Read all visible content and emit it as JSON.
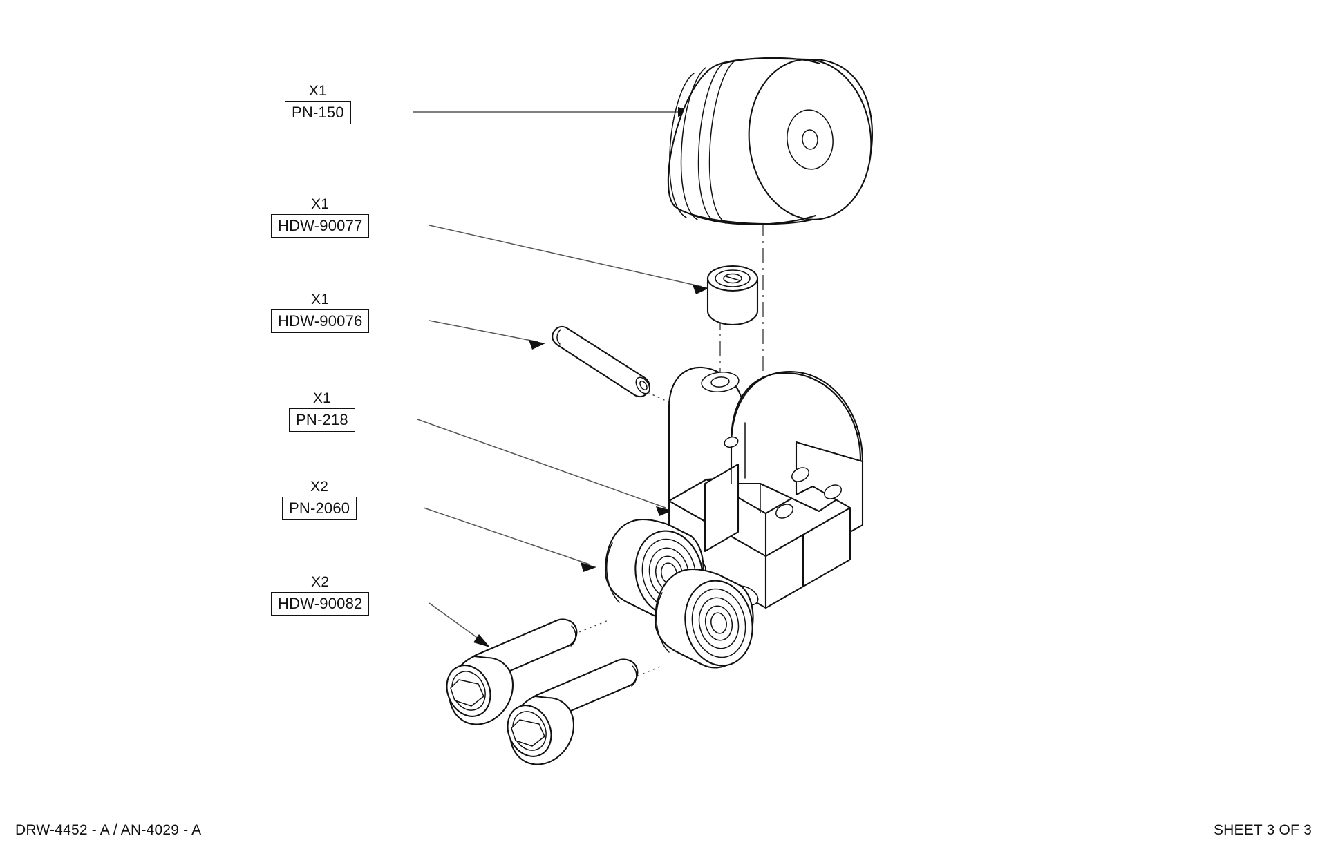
{
  "document": {
    "type": "exploded-assembly-drawing",
    "footer_left": "DRW-4452 - A / AN-4029 - A",
    "footer_right": "SHEET 3 OF 3",
    "background_color": "#ffffff",
    "line_color": "#111111"
  },
  "callouts": [
    {
      "id": "pn-150",
      "qty": "X1",
      "part_number": "PN-150",
      "target": "pulley-wheel"
    },
    {
      "id": "hdw-90077",
      "qty": "X1",
      "part_number": "HDW-90077",
      "target": "spacer-bushing"
    },
    {
      "id": "hdw-90076",
      "qty": "X1",
      "part_number": "HDW-90076",
      "target": "dowel-pin"
    },
    {
      "id": "pn-218",
      "qty": "X1",
      "part_number": "PN-218",
      "target": "bracket-body"
    },
    {
      "id": "pn-2060",
      "qty": "X2",
      "part_number": "PN-2060",
      "target": "bearing-roller"
    },
    {
      "id": "hdw-90082",
      "qty": "X2",
      "part_number": "HDW-90082",
      "target": "socket-head-screw"
    }
  ],
  "parts": [
    {
      "name": "pulley-wheel",
      "label": "PN-150",
      "quantity": 1
    },
    {
      "name": "spacer-bushing",
      "label": "HDW-90077",
      "quantity": 1
    },
    {
      "name": "dowel-pin",
      "label": "HDW-90076",
      "quantity": 1
    },
    {
      "name": "bracket-body",
      "label": "PN-218",
      "quantity": 1
    },
    {
      "name": "bearing-roller",
      "label": "PN-2060",
      "quantity": 2
    },
    {
      "name": "socket-head-screw",
      "label": "HDW-90082",
      "quantity": 2
    }
  ]
}
